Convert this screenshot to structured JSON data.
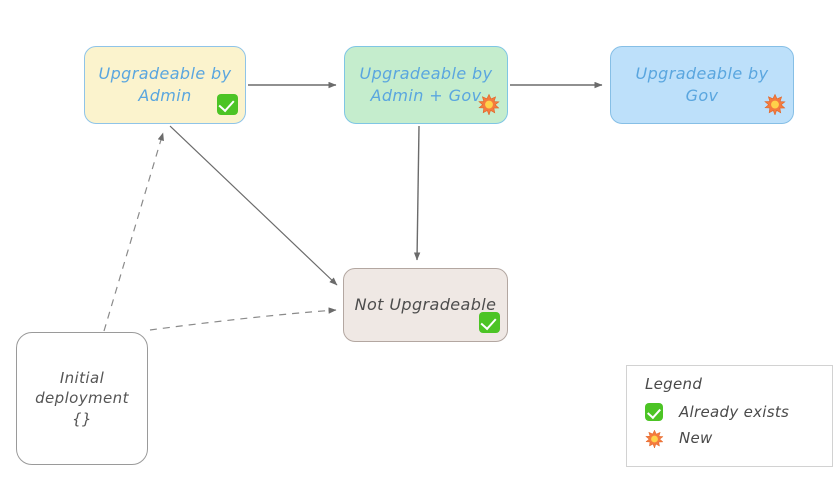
{
  "diagram": {
    "background": "#ffffff",
    "nodes": [
      {
        "id": "admin",
        "label": "Upgradeable by\nAdmin",
        "fill": "#fbf3cd",
        "stroke": "#8fc4e8",
        "text_color": "#5aa6df",
        "badge": "already-exists-check-icon"
      },
      {
        "id": "admingov",
        "label": "Upgradeable by\nAdmin + Gov",
        "fill": "#c5edcd",
        "stroke": "#7fc6e4",
        "text_color": "#5aa6df",
        "badge": "new-burst-icon"
      },
      {
        "id": "gov",
        "label": "Upgradeable by\nGov",
        "fill": "#bde0fa",
        "stroke": "#86bfe6",
        "text_color": "#5aa6df",
        "badge": "new-burst-icon"
      },
      {
        "id": "notupg",
        "label": "Not Upgradeable",
        "fill": "#efe8e4",
        "stroke": "#b3a7a1",
        "text_color": "#4d4d4d",
        "badge": "already-exists-check-icon"
      },
      {
        "id": "initial",
        "label": "Initial\ndeployment\n{}",
        "fill": "#ffffff",
        "stroke": "#9a9a9a",
        "text_color": "#555555",
        "badge": ""
      }
    ],
    "edges": [
      {
        "from": "admin",
        "to": "admingov",
        "style": "solid"
      },
      {
        "from": "admingov",
        "to": "gov",
        "style": "solid"
      },
      {
        "from": "admingov",
        "to": "notupg",
        "style": "solid"
      },
      {
        "from": "admin",
        "to": "notupg",
        "style": "solid"
      },
      {
        "from": "initial",
        "to": "admin",
        "style": "dashed"
      },
      {
        "from": "initial",
        "to": "notupg",
        "style": "dashed"
      }
    ],
    "edge_color": "#6b6b6b"
  },
  "legend": {
    "title": "Legend",
    "items": [
      {
        "icon": "already-exists-check-icon",
        "label": "Already exists"
      },
      {
        "icon": "new-burst-icon",
        "label": "New"
      }
    ]
  }
}
